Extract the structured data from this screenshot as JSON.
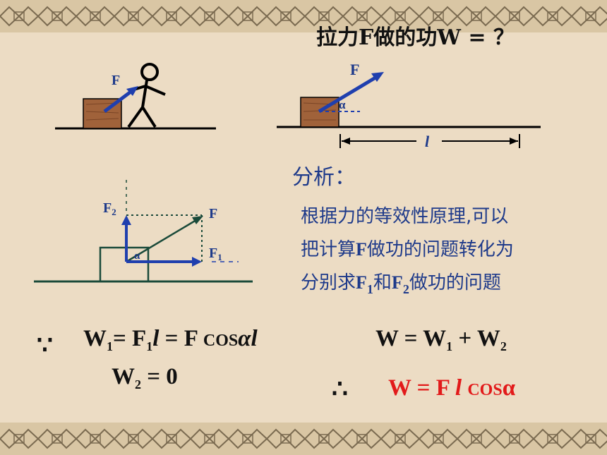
{
  "title": "拉力F做的功W = ？",
  "diagram1": {
    "force_label": "F"
  },
  "diagram2": {
    "force_label": "F",
    "angle_label": "α",
    "length_label": "l"
  },
  "diagram3": {
    "f_label": "F",
    "f1_label": "F",
    "f1_sub": "1",
    "f2_label": "F",
    "f2_sub": "2",
    "angle_label": "α"
  },
  "analysis": {
    "heading": "分析：",
    "line1": "根据力的等效性原理,可以",
    "line2_a": "把计算",
    "line2_b": "F",
    "line2_c": "做功的问题转化为",
    "line3_a": "分别求",
    "line3_f1": "F",
    "line3_s1": "1",
    "line3_b": "和",
    "line3_f2": "F",
    "line3_s2": "2",
    "line3_c": "做功的问题"
  },
  "equations": {
    "because": "∵",
    "w1_a": "W",
    "w1_s": "1",
    "w1_b": "= F",
    "w1_s2": "1",
    "w1_c": "l",
    "w1_d": " = F ",
    "w1_cos": "COS",
    "w1_e": "αl",
    "w2_a": "W",
    "w2_s": "2",
    "w2_b": " = 0",
    "sum_a": "W = W",
    "sum_s1": "1",
    "sum_b": " + W",
    "sum_s2": "2",
    "therefore": "∴",
    "res_a": "W = F ",
    "res_l": "l",
    "res_b": " ",
    "res_cos": "COS",
    "res_alpha": "α"
  },
  "colors": {
    "background": "#ecdcc4",
    "force_arrow": "#1f3fae",
    "result": "#e21a1a",
    "block": "#a0623a"
  }
}
